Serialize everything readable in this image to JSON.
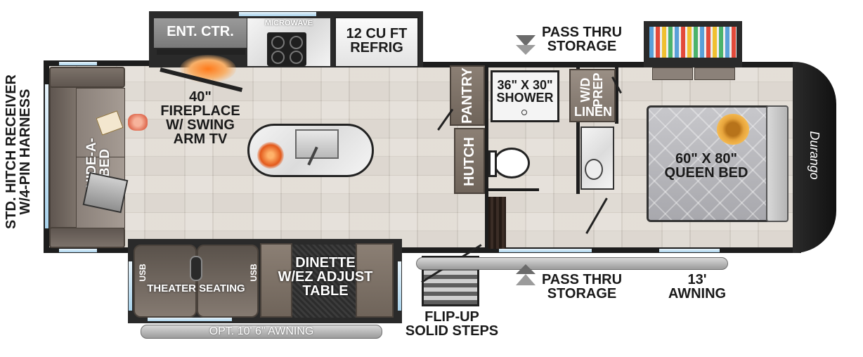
{
  "labels": {
    "hitch": "STD. HITCH RECEIVER\nW/4-PIN HARNESS",
    "hide_a_bed": "HIDE-A-BED",
    "ent_ctr": "ENT. CTR.",
    "microwave": "MICROWAVE",
    "refrig": "12 CU FT\nREFRIG",
    "fireplace": "40\"\nFIREPLACE\nW/ SWING\nARM TV",
    "pass_thru_top": "PASS THRU\nSTORAGE",
    "pantry": "PANTRY",
    "hutch": "HUTCH",
    "shower": "36\" X 30\"\nSHOWER",
    "wd_prep": "W/D\nPREP",
    "linen": "LINEN",
    "queen_bed": "60\" X 80\"\nQUEEN BED",
    "theater": "THEATER SEATING",
    "usb_left": "USB",
    "usb_right": "USB",
    "dinette": "DINETTE\nW/EZ ADJUST\nTABLE",
    "opt_awning": "OPT. 10' 6\" AWNING",
    "flip_steps": "FLIP-UP\nSOLID STEPS",
    "pass_thru_bottom": "PASS THRU\nSTORAGE",
    "awning_13": "13'\nAWNING",
    "brand": "Durango"
  },
  "colors": {
    "wall": "#1d1d1d",
    "floor": "#d6d0c8",
    "cabinet": "#7d7268",
    "window": "#a9d3ec",
    "bedspread": "#b9b9bd"
  },
  "icons": {
    "arrow_down": "triangle-down-icon",
    "arrow_up": "triangle-up-icon"
  }
}
